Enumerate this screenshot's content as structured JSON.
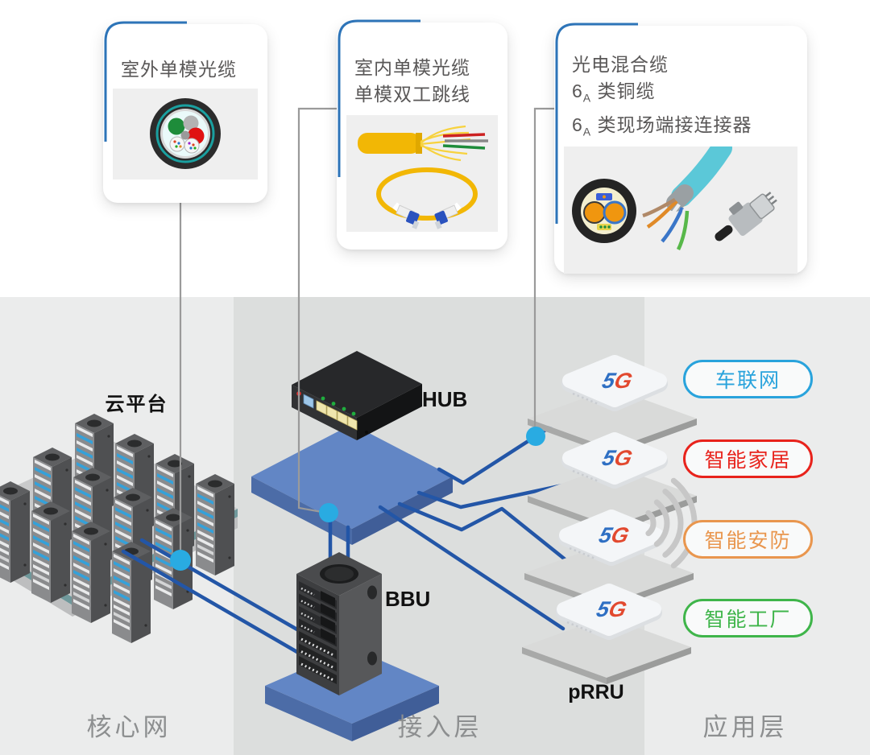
{
  "cards": [
    {
      "lines": [
        {
          "text": "室外单模光缆"
        }
      ],
      "image": "outdoor-fiber-cross-section"
    },
    {
      "lines": [
        {
          "text": "室内单模光缆"
        },
        {
          "text": "单模双工跳线"
        }
      ],
      "image": "indoor-fiber-and-patch-cord"
    },
    {
      "lines": [
        {
          "text": "光电混合缆"
        },
        {
          "pre": "6",
          "sub": "A",
          "post": " 类铜缆"
        },
        {
          "pre": "6",
          "sub": "A",
          "post": " 类现场端接连接器"
        }
      ],
      "image": "hybrid-cable-copper-connector"
    }
  ],
  "devices": {
    "cloud_label": "云平台",
    "hub_label": "HUB",
    "bbu_label": "BBU",
    "prru_label": "pRRU"
  },
  "logo5g": {
    "five": "5",
    "g": "G"
  },
  "zones": {
    "core": "核心网",
    "access": "接入层",
    "application": "应用层"
  },
  "applications": [
    {
      "label": "车联网",
      "color": "#29a3dc"
    },
    {
      "label": "智能家居",
      "color": "#e8231c"
    },
    {
      "label": "智能安防",
      "color": "#e9964e"
    },
    {
      "label": "智能工厂",
      "color": "#3fb54a"
    }
  ],
  "colors": {
    "accent_blue": "#2d74b8",
    "line_blue": "#2356a7",
    "dot_blue": "#29abe2",
    "connector_gray": "#9a9a9a",
    "zone_mid_bg": "#dcdedd",
    "zone_side_bg": "#ebecec",
    "platform_blue": "#6286c5",
    "wifi_gray": "#c7c7c7"
  }
}
